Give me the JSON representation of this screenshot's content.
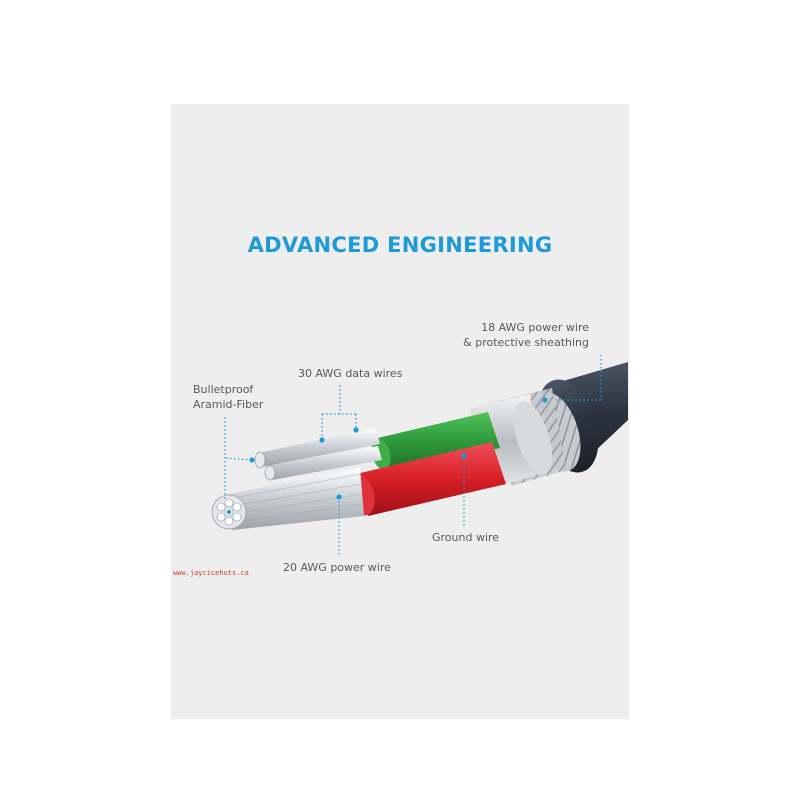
{
  "title": "ADVANCED ENGINEERING",
  "labels": {
    "aramid_line1": "Bulletproof",
    "aramid_line2": "Aramid-Fiber",
    "data_wires": "30 AWG data wires",
    "power18_line1": "18 AWG power wire",
    "power18_line2": "& protective sheathing",
    "ground_wire": "Ground wire",
    "power20": "20 AWG power wire"
  },
  "watermark": "www.jaycicehuts.ca",
  "colors": {
    "title": "#1e9ad6",
    "callout": "#1e9ad6",
    "green_wire": "#2f9a3a",
    "red_wire": "#d81f26",
    "jacket": "#2c3440"
  },
  "icons": [
    "cable-cross-section-illustration",
    "callout-dot-icon"
  ]
}
